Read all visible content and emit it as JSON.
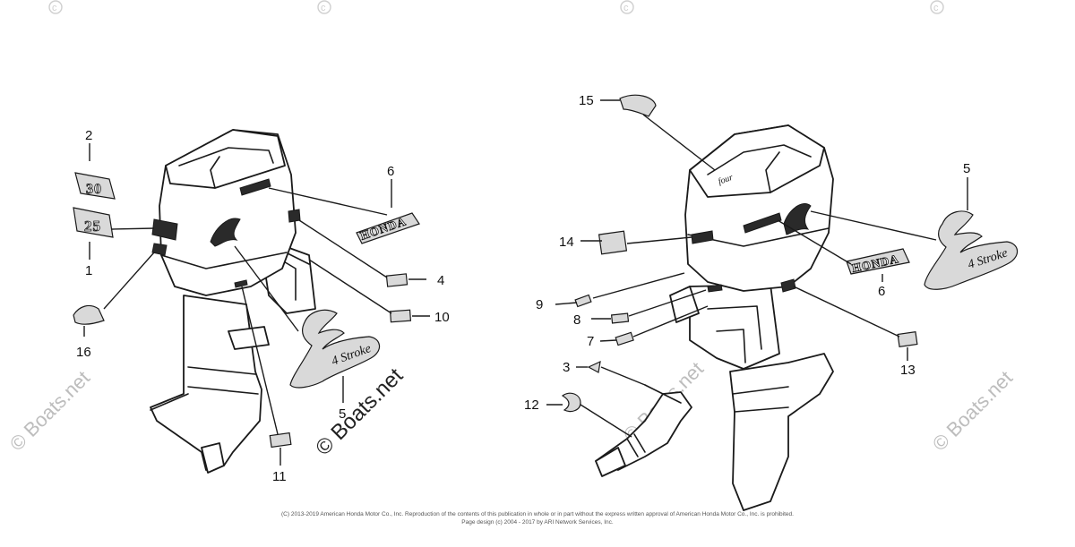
{
  "watermark": {
    "text": "© Boats.net",
    "color": "#bdbdbd"
  },
  "callouts": [
    {
      "id": "num-2",
      "label": "2"
    },
    {
      "id": "num-1",
      "label": "1"
    },
    {
      "id": "num-16",
      "label": "16"
    },
    {
      "id": "num-6-left",
      "label": "6"
    },
    {
      "id": "num-4",
      "label": "4"
    },
    {
      "id": "num-10",
      "label": "10"
    },
    {
      "id": "num-5-left",
      "label": "5"
    },
    {
      "id": "num-11",
      "label": "11"
    },
    {
      "id": "num-15",
      "label": "15"
    },
    {
      "id": "num-14",
      "label": "14"
    },
    {
      "id": "num-9",
      "label": "9"
    },
    {
      "id": "num-8",
      "label": "8"
    },
    {
      "id": "num-7",
      "label": "7"
    },
    {
      "id": "num-3",
      "label": "3"
    },
    {
      "id": "num-12",
      "label": "12"
    },
    {
      "id": "num-5-right",
      "label": "5"
    },
    {
      "id": "num-6-right",
      "label": "6"
    },
    {
      "id": "num-13",
      "label": "13"
    }
  ],
  "decal_text": {
    "honda": "HONDA",
    "thirty": "30",
    "twenty_five": "25",
    "four_stroke": "4 Stroke"
  },
  "footer": {
    "line1": "(C) 2013-2019 American Honda Motor Co., Inc. Reproduction of the contents of this publication in whole or in part without the express written approval of American Honda Motor Co., Inc. is prohibited.",
    "line2": "Page design (c) 2004 - 2017 by ARI Network Services, Inc."
  }
}
